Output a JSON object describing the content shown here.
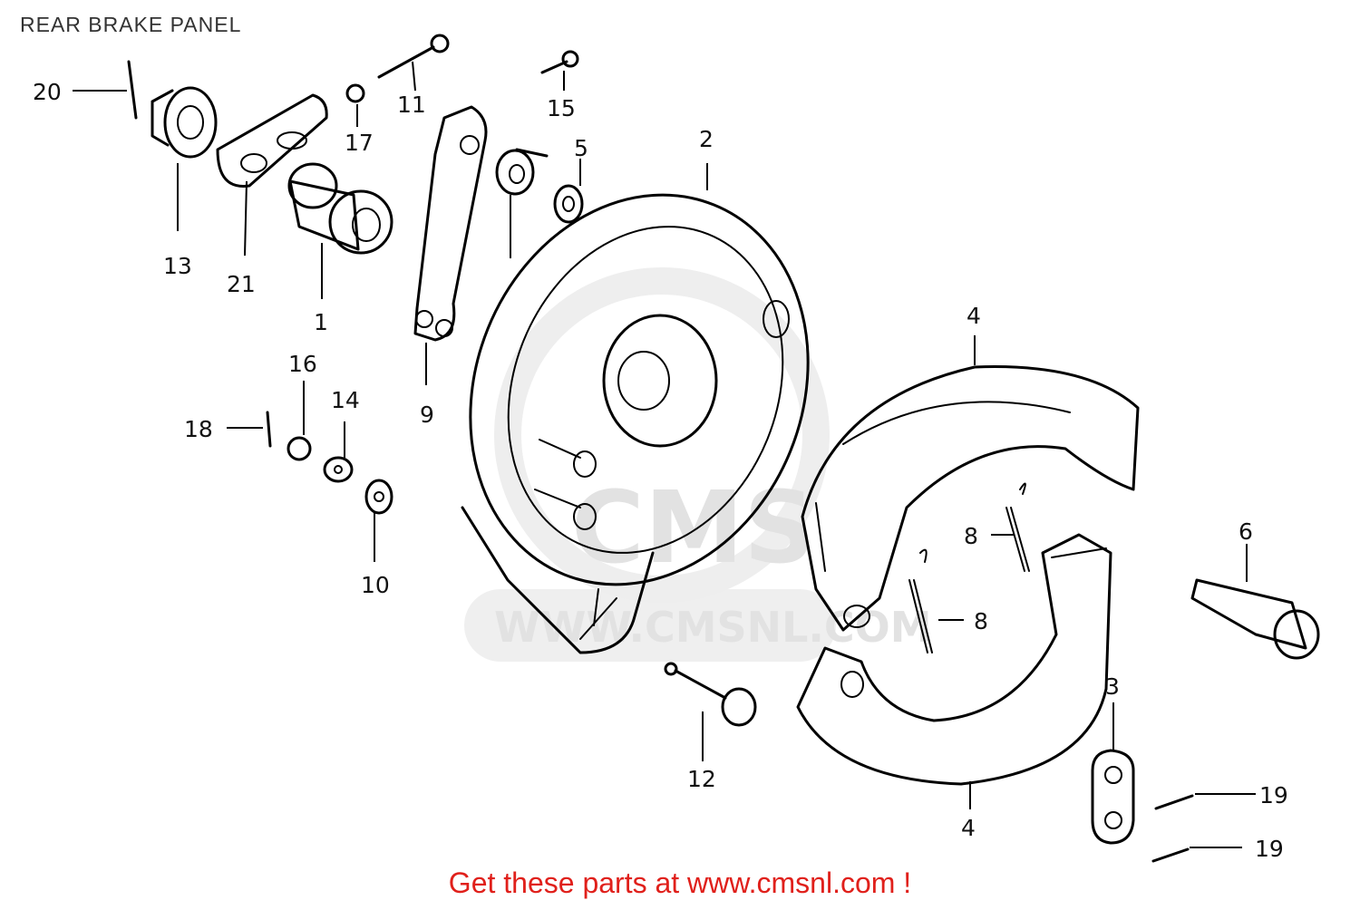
{
  "header": {
    "title": "REAR BRAKE PANEL"
  },
  "watermark": {
    "text": "WWW.CMSNL.COM",
    "badge": "CMS"
  },
  "footer": {
    "text": "Get these parts at www.cmsnl.com !"
  },
  "callouts": [
    "20",
    "11",
    "15",
    "17",
    "2",
    "5",
    "13",
    "21",
    "1",
    "9",
    "4",
    "16",
    "14",
    "18",
    "10",
    "8",
    "8",
    "6",
    "3",
    "12",
    "19",
    "19",
    "4"
  ],
  "colors": {
    "footer": "#e0201b",
    "ink": "#000000",
    "title": "#333333"
  }
}
